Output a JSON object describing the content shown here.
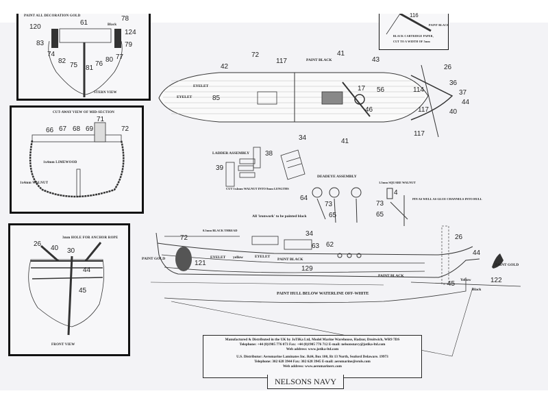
{
  "stern_view": {
    "top_caption": "PAINT ALL DECORATION GOLD",
    "top_right_caption": "Black",
    "caption": "STERN VIEW",
    "callouts": [
      "61",
      "78",
      "120",
      "124",
      "83",
      "79",
      "74",
      "82",
      "75",
      "81",
      "76",
      "80",
      "77"
    ]
  },
  "mid_section": {
    "caption": "CUT-AWAY VIEW OF MID-SECTION",
    "lime_note": "1x4mm LIMEWOOD",
    "walnut_note": "1x4mm WALNUT",
    "callouts": [
      "66",
      "67",
      "68",
      "69",
      "71",
      "72"
    ]
  },
  "front_view": {
    "caption": "FRONT VIEW",
    "hole_note": "3mm HOLE FOR ANCHOR ROPE",
    "callouts": [
      "26",
      "40",
      "30",
      "44",
      "45"
    ]
  },
  "cartridge_panel": {
    "callout": "116",
    "paint_note": "PAINT BLACK",
    "caption_line1": "BLACK CARTRIDGE PAPER,",
    "caption_line2": "CUT TO A WIDTH OF 5mm"
  },
  "deck_plan": {
    "paint_black": "PAINT BLACK",
    "eyelet_1": "EYELET",
    "eyelet_2": "EYELET",
    "callouts": {
      "c72": "72",
      "c42": "42",
      "c117a": "117",
      "c41a": "41",
      "c43": "43",
      "c26": "26",
      "c36": "36",
      "c37": "37",
      "c44": "44",
      "c40": "40",
      "c117b": "117",
      "c117c": "117",
      "c114": "114",
      "c17": "17",
      "c56": "56",
      "c46": "46",
      "c85": "85",
      "c41b": "41",
      "c34": "34"
    }
  },
  "ladder_assembly": {
    "title": "LADDER ASSEMBLY",
    "note": "CUT 1x4mm WALNUT INTO 8mm LENGTHS",
    "callouts": [
      "39",
      "38"
    ]
  },
  "deadeye_assembly": {
    "title": "DEADEYE ASSEMBLY",
    "walnut_note": "1.5mm SQUARE WALNUT",
    "glue_note": "PIN AS WELL AS GLUE CHANNELS INTO HULL",
    "ironwork_note": "All 'ironwork' to be painted black",
    "callouts": {
      "c64": "64",
      "c73a": "73",
      "c65a": "65",
      "c73b": "73",
      "c65b": "65",
      "c4": "4"
    }
  },
  "side_view": {
    "thread_note": "0.5mm BLACK THREAD",
    "paint_gold_left": "PAINT GOLD",
    "eyelet_1": "EYELET",
    "yellow_1": "yellow",
    "eyelet_2": "EYELET",
    "paint_black_1": "PAINT BLACK",
    "paint_black_2": "PAINT BLACK",
    "waterline_note": "PAINT HULL BELOW WATERLINE OFF-WHITE",
    "paint_gold_right": "PAINT GOLD",
    "yellow_2": "Yellow",
    "black": "Black",
    "callouts": {
      "c72": "72",
      "c34": "34",
      "c63": "63",
      "c62": "62",
      "c121": "121",
      "c129": "129",
      "c26": "26",
      "c44": "44",
      "c45": "45",
      "c122": "122"
    }
  },
  "info_box": {
    "line1": "Manufactured & Distributed in the UK by JoTiKa Ltd, Model Marine Warehouse, Hadzor, Droitwich, WR9 7DS",
    "line2": "Telephone: +44 (0)1905 776 073    Fax: +44 (0)1905 776 712    E-mail: nelsonsnavy@jotika-ltd.com",
    "line3": "Web address: www.jotika-ltd.com",
    "line4": "U.S. Distributor: Aeromarine Laminates Inc. Rd4, Box 100, Rt 13 North, Seaford Delaware. 19973",
    "line5": "Telephone: 302 628 3944    Fax: 302 628 3945    E-mail: aeromarine@erols.com",
    "line6": "Web address: www.aeromarinerc.com"
  },
  "brand": "NELSONS NAVY"
}
